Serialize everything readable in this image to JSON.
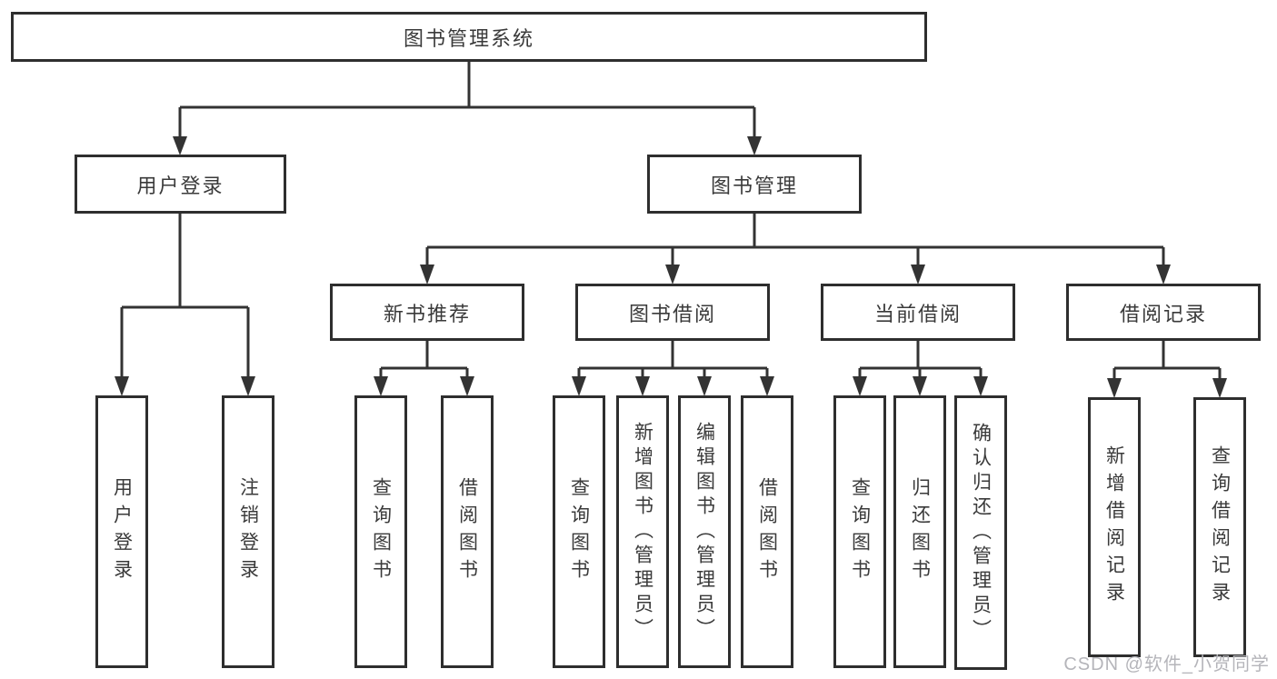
{
  "diagram": {
    "root": "图书管理系统",
    "level2": {
      "login": "用户登录",
      "manage": "图书管理"
    },
    "level3": {
      "recommend": "新书推荐",
      "borrow": "图书借阅",
      "current": "当前借阅",
      "records": "借阅记录"
    },
    "login_children": [
      "用户登录",
      "注销登录"
    ],
    "recommend_children": [
      "查询图书",
      "借阅图书"
    ],
    "borrow_children": [
      "查询图书",
      "新增图书（管理员）",
      "编辑图书（管理员）",
      "借阅图书"
    ],
    "current_children": [
      "查询图书",
      "归还图书",
      "确认归还（管理员）"
    ],
    "records_children": [
      "新增借阅记录",
      "查询借阅记录"
    ]
  },
  "watermark": "CSDN @软件_小贺同学",
  "colors": {
    "line": "#333333",
    "border": "#2e2e2e",
    "text": "#3a3a3a",
    "watermark": "#b5b5ba",
    "background": "#ffffff"
  }
}
